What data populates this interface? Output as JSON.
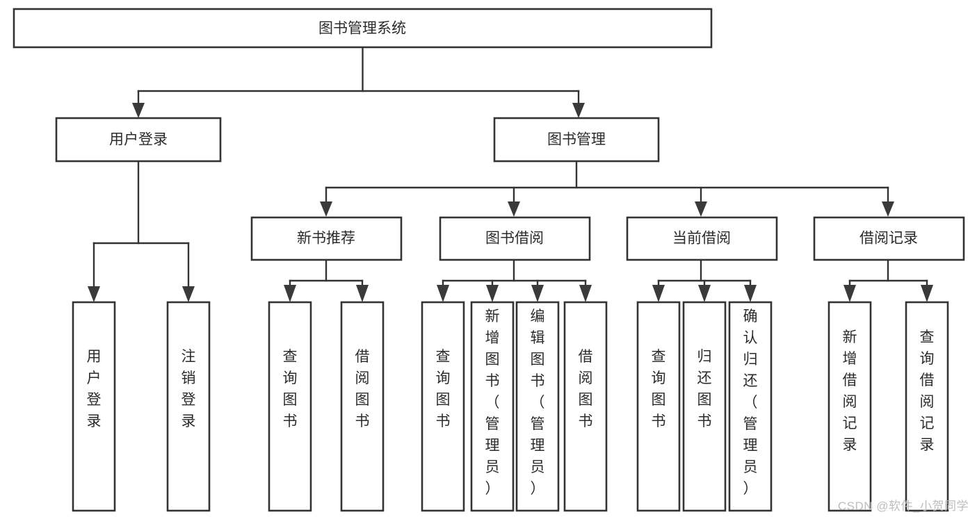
{
  "diagram": {
    "title": "图书管理系统",
    "type": "tree-hierarchy",
    "watermark": "CSDN @软件_小贺同学",
    "colors": {
      "box_stroke": "#333333",
      "box_fill": "#ffffff",
      "text": "#2b2b2b",
      "watermark": "#bdbdbd",
      "background": "#ffffff"
    },
    "nodes": {
      "root": {
        "label": "图书管理系统",
        "level": 0,
        "orientation": "horizontal"
      },
      "l1": [
        {
          "id": "user-login",
          "label": "用户登录",
          "level": 1,
          "orientation": "horizontal"
        },
        {
          "id": "book-manage",
          "label": "图书管理",
          "level": 1,
          "orientation": "horizontal"
        }
      ],
      "l2": [
        {
          "id": "new-book-rec",
          "label": "新书推荐",
          "level": 2,
          "orientation": "horizontal"
        },
        {
          "id": "book-borrow",
          "label": "图书借阅",
          "level": 2,
          "orientation": "horizontal"
        },
        {
          "id": "current-borrow",
          "label": "当前借阅",
          "level": 2,
          "orientation": "horizontal"
        },
        {
          "id": "borrow-record",
          "label": "借阅记录",
          "level": 2,
          "orientation": "horizontal"
        }
      ],
      "leaves": [
        {
          "id": "leaf-user-login",
          "label": "用户登录",
          "parent": "user-login",
          "orientation": "vertical"
        },
        {
          "id": "leaf-user-logout",
          "label": "注销登录",
          "parent": "user-login",
          "orientation": "vertical"
        },
        {
          "id": "leaf-query-book-1",
          "label": "查询图书",
          "parent": "new-book-rec",
          "orientation": "vertical"
        },
        {
          "id": "leaf-borrow-book-1",
          "label": "借阅图书",
          "parent": "new-book-rec",
          "orientation": "vertical"
        },
        {
          "id": "leaf-query-book-2",
          "label": "查询图书",
          "parent": "book-borrow",
          "orientation": "vertical"
        },
        {
          "id": "leaf-add-book",
          "label": "新增图书（管理员）",
          "parent": "book-borrow",
          "orientation": "vertical"
        },
        {
          "id": "leaf-edit-book",
          "label": "编辑图书（管理员）",
          "parent": "book-borrow",
          "orientation": "vertical"
        },
        {
          "id": "leaf-borrow-book-2",
          "label": "借阅图书",
          "parent": "book-borrow",
          "orientation": "vertical"
        },
        {
          "id": "leaf-query-book-3",
          "label": "查询图书",
          "parent": "current-borrow",
          "orientation": "vertical"
        },
        {
          "id": "leaf-return-book",
          "label": "归还图书",
          "parent": "current-borrow",
          "orientation": "vertical"
        },
        {
          "id": "leaf-confirm-return",
          "label": "确认归还（管理员）",
          "parent": "current-borrow",
          "orientation": "vertical"
        },
        {
          "id": "leaf-add-record",
          "label": "新增借阅记录",
          "parent": "borrow-record",
          "orientation": "vertical"
        },
        {
          "id": "leaf-query-record",
          "label": "查询借阅记录",
          "parent": "borrow-record",
          "orientation": "vertical"
        }
      ]
    }
  }
}
